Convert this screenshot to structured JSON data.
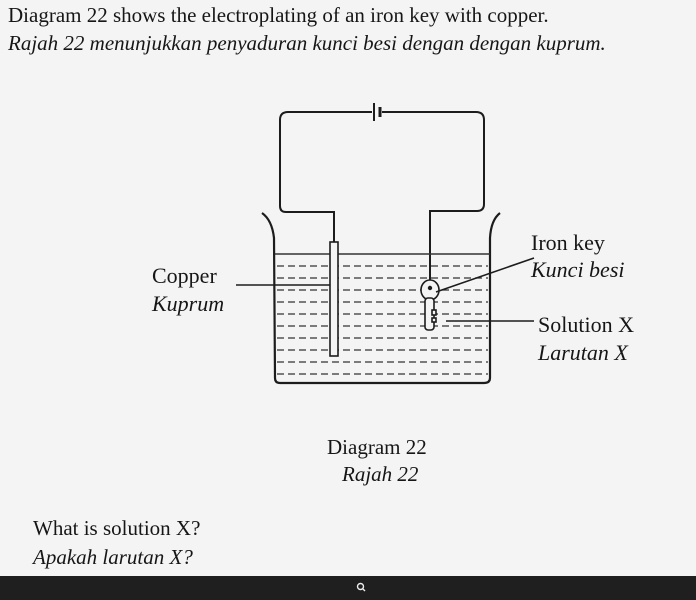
{
  "question": {
    "title_en": "Diagram 22 shows the electroplating of an iron key with copper.",
    "title_ms": "Rajah 22 menunjukkan penyaduran kunci besi dengan dengan kuprum.",
    "prompt_en": "What is solution X?",
    "prompt_ms": "Apakah larutan X?"
  },
  "diagram": {
    "labels": {
      "copper_en": "Copper",
      "copper_ms": "Kuprum",
      "iron_key_en": "Iron key",
      "iron_key_ms": "Kunci besi",
      "solution_en": "Solution X",
      "solution_ms": "Larutan X"
    },
    "caption_en": "Diagram 22",
    "caption_ms": "Rajah 22"
  },
  "overlay": {
    "lens_icon": "search-icon"
  }
}
